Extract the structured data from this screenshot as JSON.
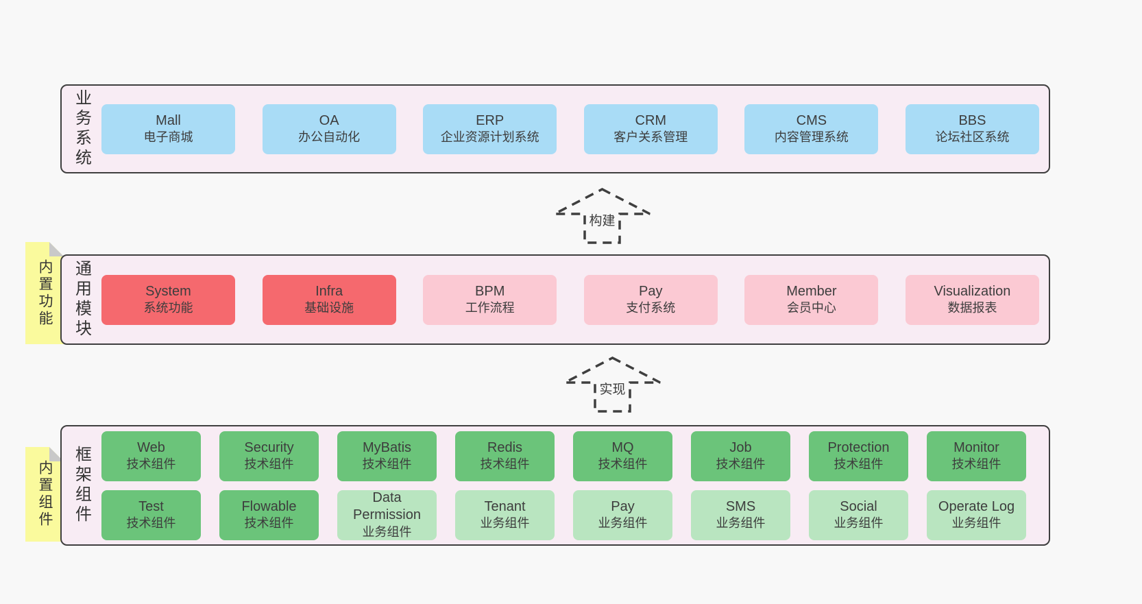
{
  "diagram": {
    "bands": [
      {
        "label": "业务系统",
        "sticky": null,
        "rows": [
          [
            {
              "name": "Mall",
              "desc": "电子商城",
              "color": "blue"
            },
            {
              "name": "OA",
              "desc": "办公自动化",
              "color": "blue"
            },
            {
              "name": "ERP",
              "desc": "企业资源计划系统",
              "color": "blue"
            },
            {
              "name": "CRM",
              "desc": "客户关系管理",
              "color": "blue"
            },
            {
              "name": "CMS",
              "desc": "内容管理系统",
              "color": "blue"
            },
            {
              "name": "BBS",
              "desc": "论坛社区系统",
              "color": "blue"
            }
          ]
        ]
      },
      {
        "label": "通用模块",
        "sticky": "内置功能",
        "rows": [
          [
            {
              "name": "System",
              "desc": "系统功能",
              "color": "red"
            },
            {
              "name": "Infra",
              "desc": "基础设施",
              "color": "red"
            },
            {
              "name": "BPM",
              "desc": "工作流程",
              "color": "pink"
            },
            {
              "name": "Pay",
              "desc": "支付系统",
              "color": "pink"
            },
            {
              "name": "Member",
              "desc": "会员中心",
              "color": "pink"
            },
            {
              "name": "Visualization",
              "desc": "数据报表",
              "color": "pink"
            }
          ]
        ]
      },
      {
        "label": "框架组件",
        "sticky": "内置组件",
        "rows": [
          [
            {
              "name": "Web",
              "desc": "技术组件",
              "color": "green"
            },
            {
              "name": "Security",
              "desc": "技术组件",
              "color": "green"
            },
            {
              "name": "MyBatis",
              "desc": "技术组件",
              "color": "green"
            },
            {
              "name": "Redis",
              "desc": "技术组件",
              "color": "green"
            },
            {
              "name": "MQ",
              "desc": "技术组件",
              "color": "green"
            },
            {
              "name": "Job",
              "desc": "技术组件",
              "color": "green"
            },
            {
              "name": "Protection",
              "desc": "技术组件",
              "color": "green"
            },
            {
              "name": "Monitor",
              "desc": "技术组件",
              "color": "green"
            }
          ],
          [
            {
              "name": "Test",
              "desc": "技术组件",
              "color": "green"
            },
            {
              "name": "Flowable",
              "desc": "技术组件",
              "color": "green"
            },
            {
              "name": "Data Permission",
              "desc": "业务组件",
              "color": "lightgreen"
            },
            {
              "name": "Tenant",
              "desc": "业务组件",
              "color": "lightgreen"
            },
            {
              "name": "Pay",
              "desc": "业务组件",
              "color": "lightgreen"
            },
            {
              "name": "SMS",
              "desc": "业务组件",
              "color": "lightgreen"
            },
            {
              "name": "Social",
              "desc": "业务组件",
              "color": "lightgreen"
            },
            {
              "name": "Operate Log",
              "desc": "业务组件",
              "color": "lightgreen"
            }
          ]
        ]
      }
    ],
    "arrows": [
      {
        "label": "构建"
      },
      {
        "label": "实现"
      }
    ],
    "colors": {
      "page_background": "#f8f8f8",
      "band_background": "#f8ecf4",
      "border": "#3f3f3f",
      "blue": "#a9dcf6",
      "red": "#f5696e",
      "pink": "#fbc9d3",
      "green": "#6bc47a",
      "light_green": "#b9e5c0",
      "sticky_yellow": "#fafa9d",
      "fold_gray": "#c9c9c9"
    }
  }
}
